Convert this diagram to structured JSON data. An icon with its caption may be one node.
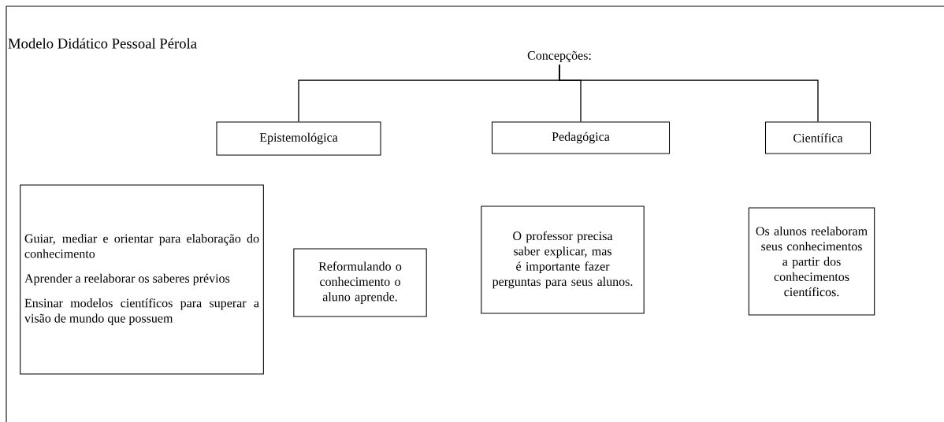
{
  "diagram": {
    "title": "Modelo Didático Pessoal Pérola",
    "nodes": [
      {
        "text": [
          "Concepções:"
        ]
      },
      {
        "text": [
          "Epistemológica"
        ]
      },
      {
        "text": [
          "Pedagógica"
        ]
      },
      {
        "text": [
          "Científica"
        ]
      },
      {
        "text": [
          "Guiar, mediar e orientar para elaboração do conhecimento",
          "Aprender a reelaborar os saberes prévios",
          "Ensinar modelos científicos para superar a visão de mundo que possuem"
        ]
      },
      {
        "text": [
          "Reformulando o conhecimento o aluno aprende."
        ]
      },
      {
        "text": [
          "O professor precisa saber explicar, mas é importante fazer perguntas para seus alunos."
        ]
      },
      {
        "text": [
          "Os alunos reelaboram seus conhecimentos a partir dos conhecimentos científicos."
        ]
      }
    ],
    "edges": [
      {
        "from": 0,
        "to": 1,
        "arrow": "none"
      },
      {
        "from": 0,
        "to": 2,
        "arrow": "none"
      },
      {
        "from": 0,
        "to": 3,
        "arrow": "none"
      }
    ]
  }
}
